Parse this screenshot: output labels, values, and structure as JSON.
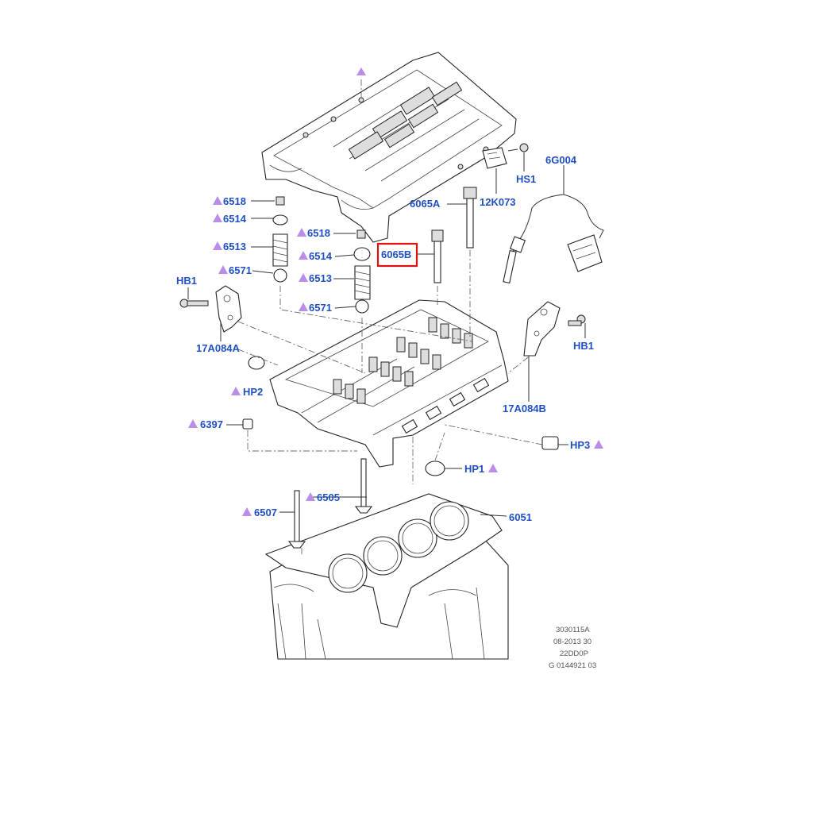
{
  "callouts": {
    "c6518a": "6518",
    "c6514a": "6514",
    "c6513a": "6513",
    "c6571a": "6571",
    "c6518b": "6518",
    "c6514b": "6514",
    "c6513b": "6513",
    "c6571b": "6571",
    "c6065b": "6065B",
    "c6065a": "6065A",
    "c12k073": "12K073",
    "chs1": "HS1",
    "c6g004": "6G004",
    "chb1a": "HB1",
    "c17a084a": "17A084A",
    "chb1b": "HB1",
    "c17a084b": "17A084B",
    "chp2": "HP2",
    "c6397": "6397",
    "chp3": "HP3",
    "chp1": "HP1",
    "c6505": "6505",
    "c6507": "6507",
    "c6051": "6051"
  },
  "reference": {
    "line1": "3030115A",
    "line2": "08-2013 30",
    "line3": "22DD0P",
    "line4": "G 0144921 03"
  },
  "highlighted_callout": "6065B",
  "colors": {
    "callout_text": "#1f4fc4",
    "marker_triangle": "#b98de8",
    "highlight_box": "#e01010"
  }
}
